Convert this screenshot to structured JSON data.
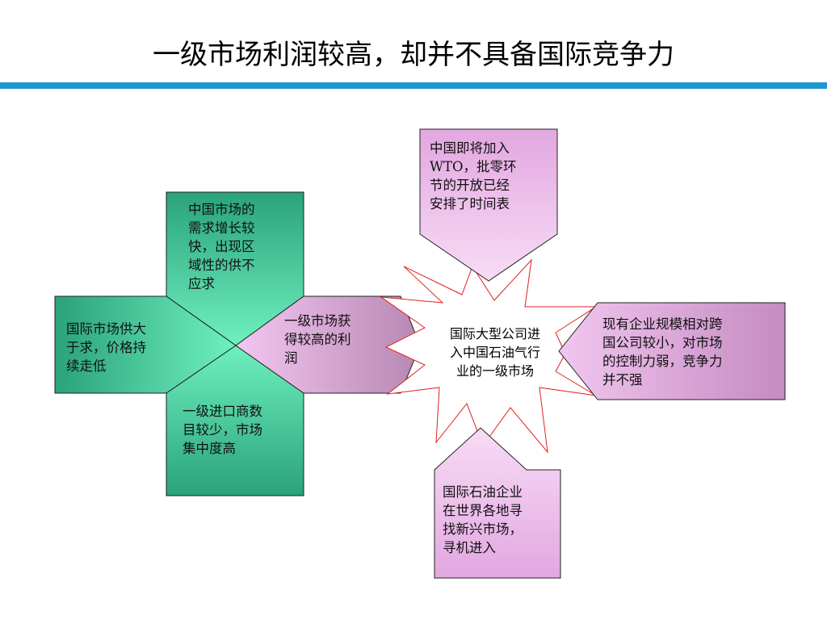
{
  "title": "一级市场利润较高，却并不具备国际竞争力",
  "colors": {
    "accent": "#1e96d0",
    "green": "#4ac496",
    "pink": "#d7a6d3"
  },
  "cross": {
    "top": [
      "中国市场的",
      "需求增长较",
      "快，出现区",
      "域性的供不",
      "应求"
    ],
    "left": [
      "国际市场供大",
      "于求，价格持",
      "续走低"
    ],
    "bottom": [
      "一级进口商数",
      "目较少，市场",
      "集中度高"
    ],
    "right": [
      "一级市场获",
      "得较高的利",
      "润"
    ]
  },
  "center": [
    "国际大型公司进",
    "入中国石油气行",
    "业的一级市场"
  ],
  "callouts": {
    "top": [
      "中国即将加入",
      "WTO，批零环",
      "节的开放已经",
      "安排了时间表"
    ],
    "right": [
      "现有企业规模相对跨",
      "国公司较小，对市场",
      "的控制力弱，竞争力",
      "并不强"
    ],
    "bottom": [
      "国际石油企业",
      "在世界各地寻",
      "找新兴市场，",
      "寻机进入"
    ]
  }
}
